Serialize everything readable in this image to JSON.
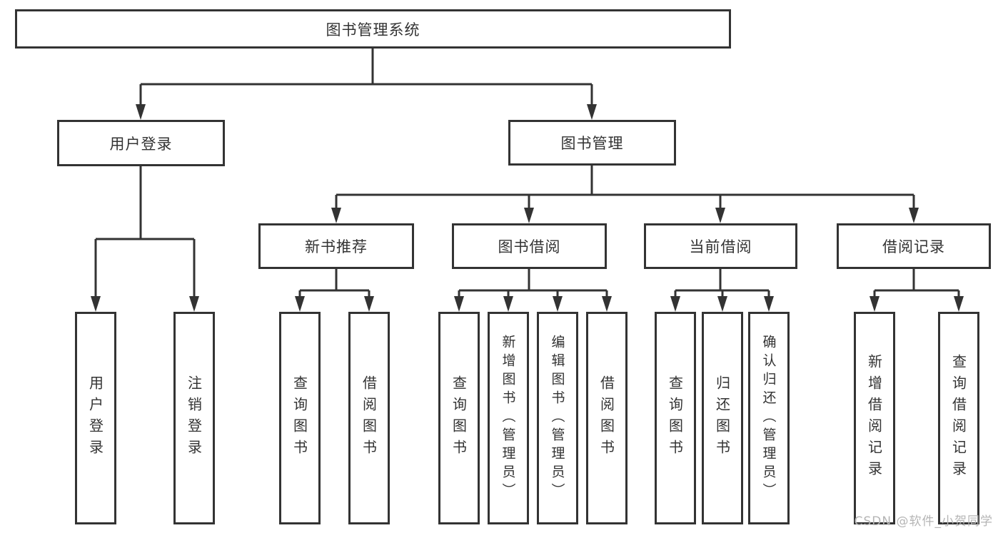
{
  "diagram": {
    "title": "图书管理系统",
    "colors": {
      "line": "#333333",
      "box_border": "#333333",
      "box_background": "#ffffff",
      "text": "#333333",
      "watermark": "#b5b5b5"
    },
    "nodes": [
      {
        "id": "root",
        "label": "图书管理系统",
        "parent": null
      },
      {
        "id": "user-login",
        "label": "用户登录",
        "parent": "root"
      },
      {
        "id": "book-mgmt",
        "label": "图书管理",
        "parent": "root"
      },
      {
        "id": "new-book-rec",
        "label": "新书推荐",
        "parent": "book-mgmt"
      },
      {
        "id": "book-borrow",
        "label": "图书借阅",
        "parent": "book-mgmt"
      },
      {
        "id": "current-borrow",
        "label": "当前借阅",
        "parent": "book-mgmt"
      },
      {
        "id": "borrow-record",
        "label": "借阅记录",
        "parent": "book-mgmt"
      },
      {
        "id": "leaf-user-login",
        "label": "用户登录",
        "parent": "user-login"
      },
      {
        "id": "leaf-logout",
        "label": "注销登录",
        "parent": "user-login"
      },
      {
        "id": "leaf-query-book-1",
        "label": "查询图书",
        "parent": "new-book-rec"
      },
      {
        "id": "leaf-borrow-book-1",
        "label": "借阅图书",
        "parent": "new-book-rec"
      },
      {
        "id": "leaf-query-book-2",
        "label": "查询图书",
        "parent": "book-borrow"
      },
      {
        "id": "leaf-add-book",
        "label": "新增图书（管理员）",
        "parent": "book-borrow"
      },
      {
        "id": "leaf-edit-book",
        "label": "编辑图书（管理员）",
        "parent": "book-borrow"
      },
      {
        "id": "leaf-borrow-book-2",
        "label": "借阅图书",
        "parent": "book-borrow"
      },
      {
        "id": "leaf-query-book-3",
        "label": "查询图书",
        "parent": "current-borrow"
      },
      {
        "id": "leaf-return-book",
        "label": "归还图书",
        "parent": "current-borrow"
      },
      {
        "id": "leaf-confirm-return",
        "label": "确认归还（管理员）",
        "parent": "current-borrow"
      },
      {
        "id": "leaf-add-borrow-rec",
        "label": "新增借阅记录",
        "parent": "borrow-record"
      },
      {
        "id": "leaf-query-borrow-rec",
        "label": "查询借阅记录",
        "parent": "borrow-record"
      }
    ]
  },
  "watermark": {
    "text": "CSDN @软件_小贺同学"
  }
}
